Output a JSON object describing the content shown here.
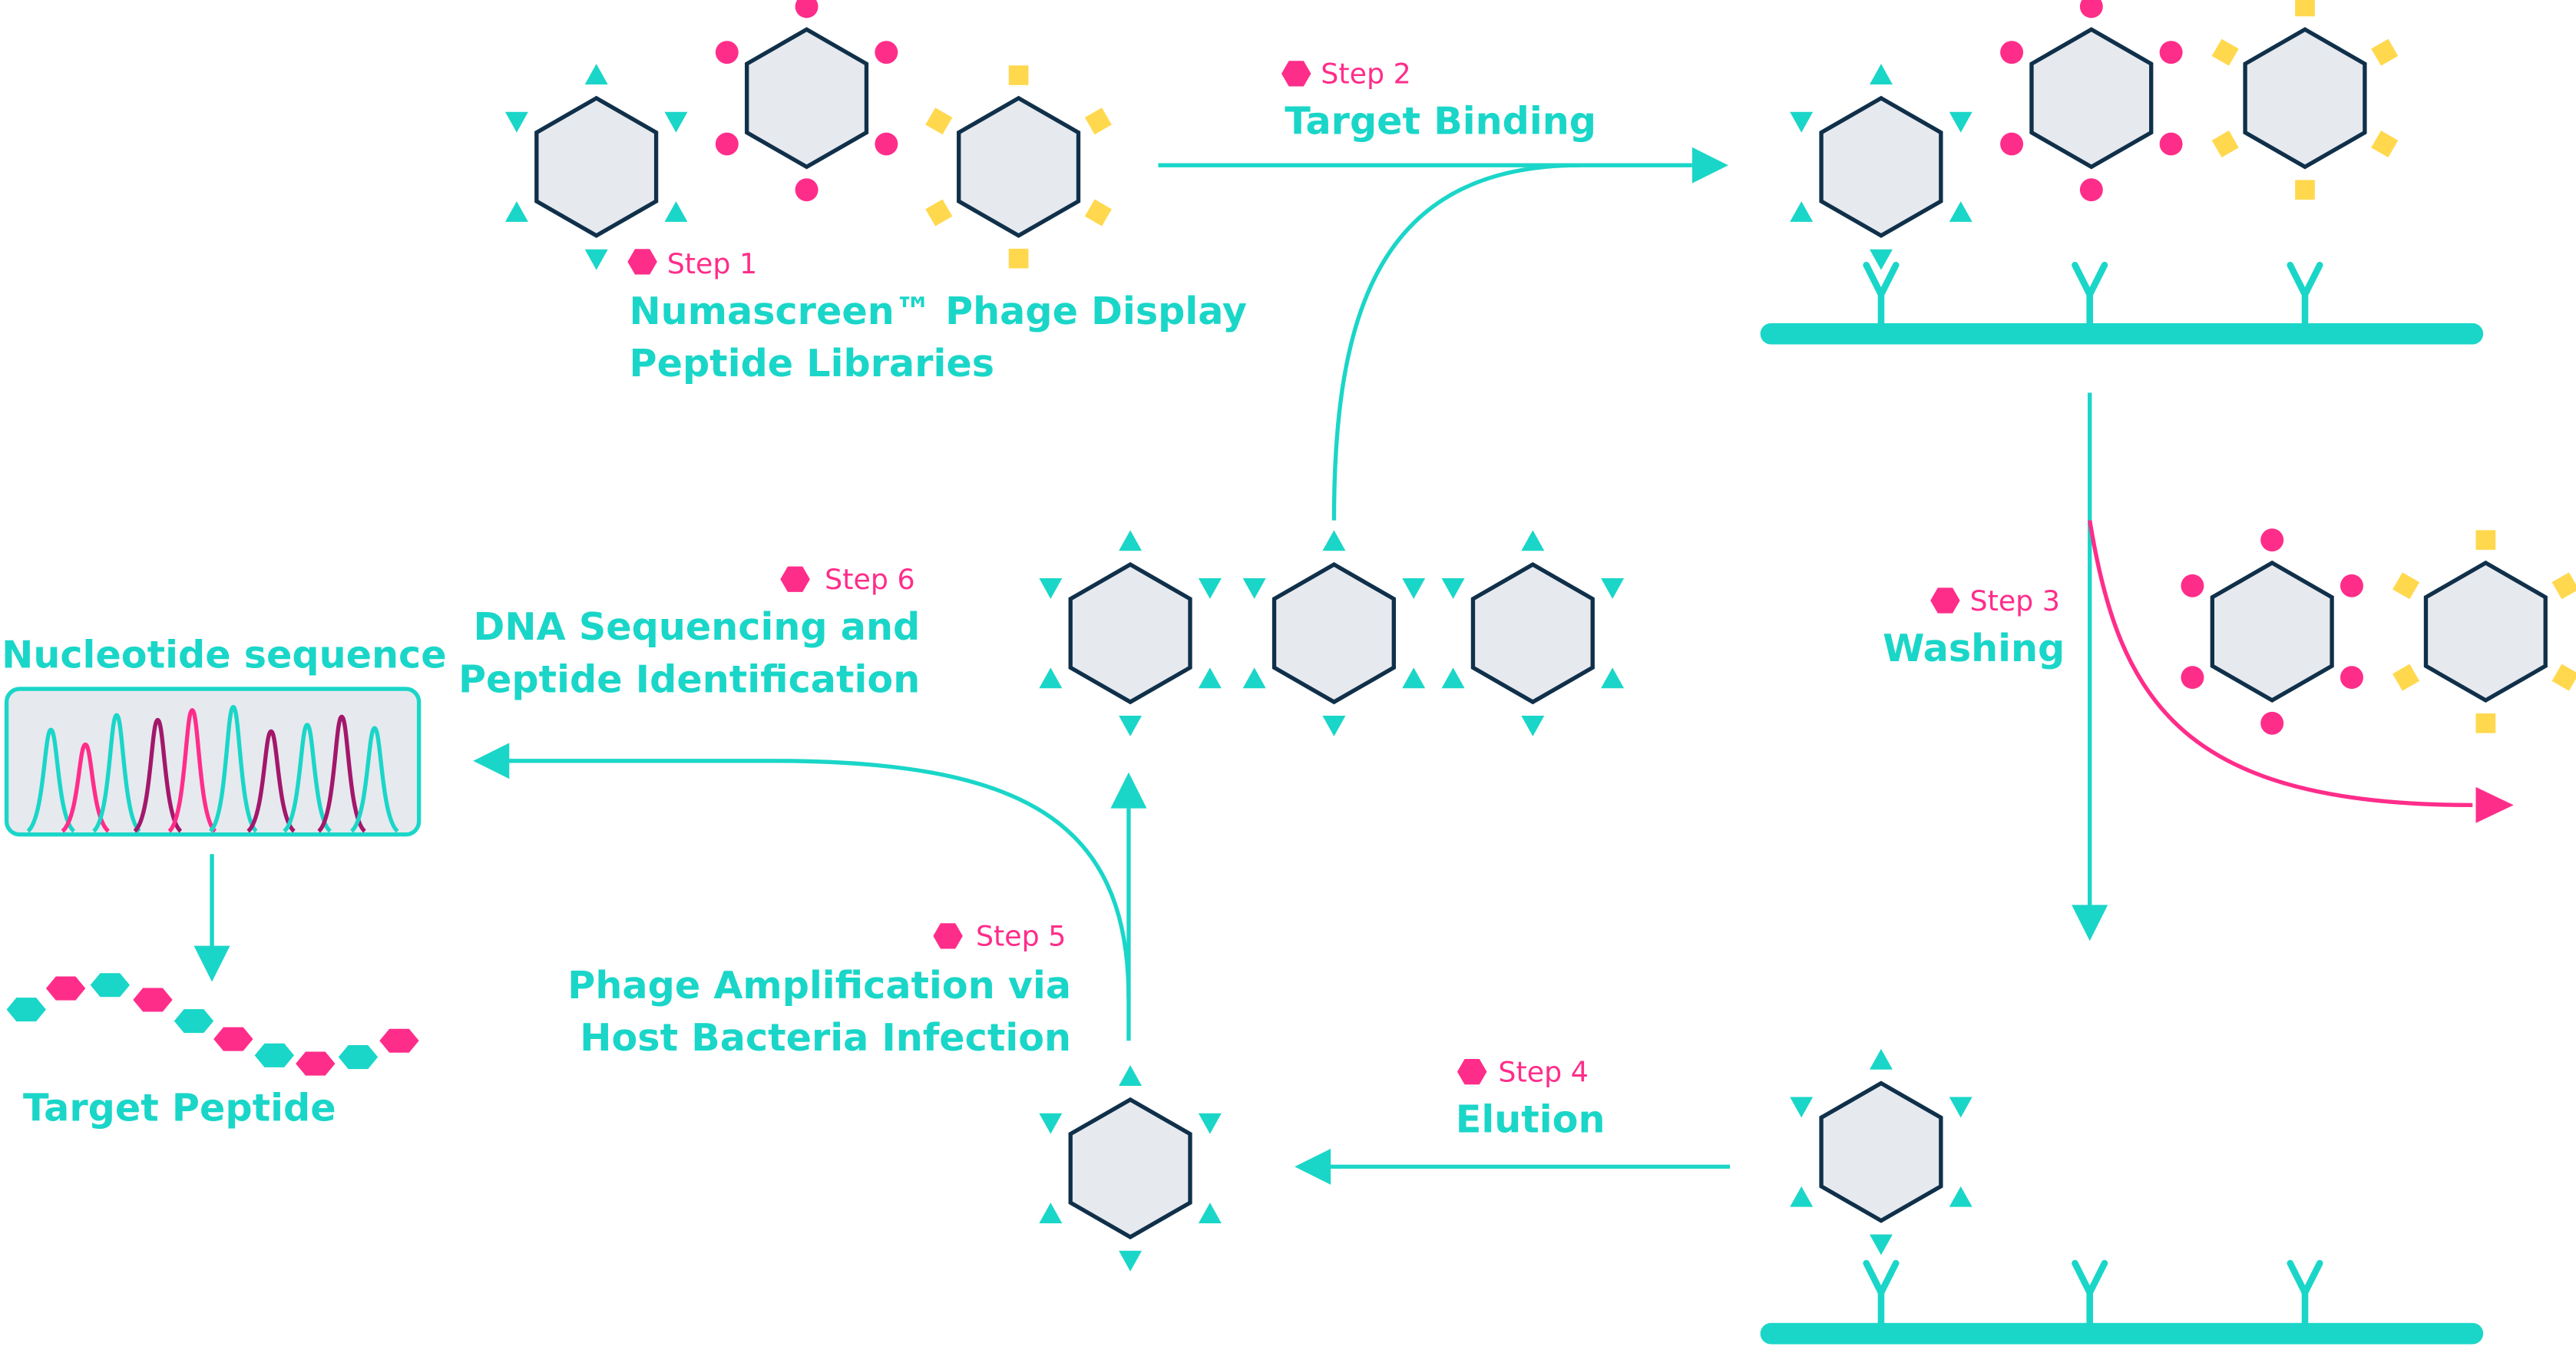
{
  "colors": {
    "teal": "#1ad6c8",
    "pink": "#ff2d8a",
    "yellow": "#ffd84d",
    "navy": "#10304a",
    "hex_fill": "#e6e9ee",
    "dark_magenta": "#a3176b"
  },
  "steps": {
    "step1": {
      "tag": "Step 1",
      "title_line1": "Numascreen™ Phage Display",
      "title_line2": "Peptide Libraries"
    },
    "step2": {
      "tag": "Step 2",
      "title_line1": "Target Binding"
    },
    "step3": {
      "tag": "Step 3",
      "title_line1": "Washing"
    },
    "step4": {
      "tag": "Step 4",
      "title_line1": "Elution"
    },
    "step5": {
      "tag": "Step 5",
      "title_line1": "Phage Amplification via",
      "title_line2": "Host Bacteria Infection"
    },
    "step6": {
      "tag": "Step 6",
      "title_line1": "DNA Sequencing and",
      "title_line2": "Peptide Identification"
    }
  },
  "nucleotide_label": "Nucleotide sequence",
  "peptide_label": "Target Peptide",
  "icons": {
    "step_marker": "hexagon-marker-icon",
    "phage": "phage-hexagon-icon",
    "antibody": "antibody-y-icon"
  }
}
